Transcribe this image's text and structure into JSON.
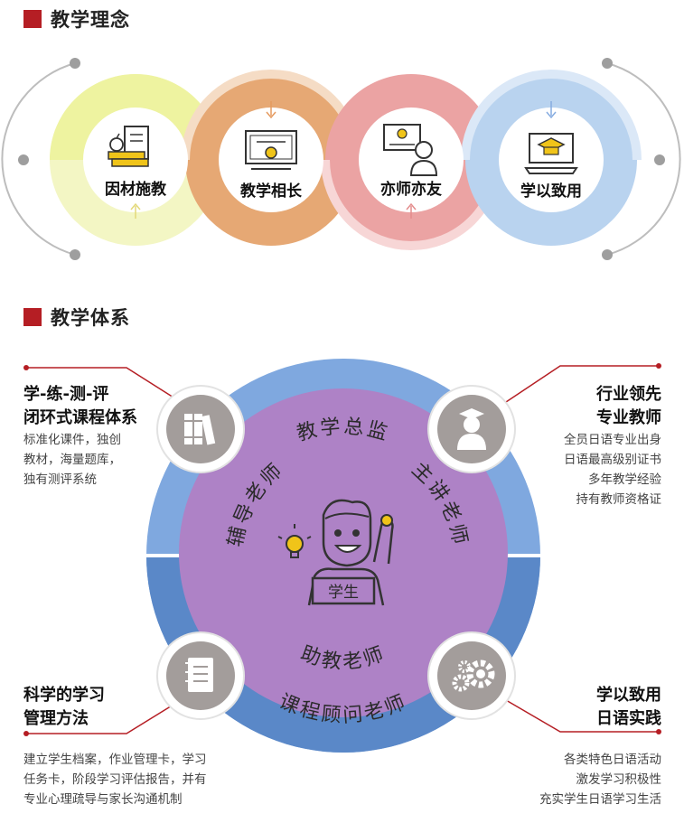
{
  "sections": {
    "philosophy": "教学理念",
    "system": "教学体系"
  },
  "philosophy_items": [
    {
      "label": "因材施教",
      "icon": "books-apple-icon",
      "color": "#eef3a0"
    },
    {
      "label": "教学相长",
      "icon": "certificate-icon",
      "color": "#e6a874"
    },
    {
      "label": "亦师亦友",
      "icon": "teacher-screen-icon",
      "color": "#eba3a3"
    },
    {
      "label": "学以致用",
      "icon": "graduation-laptop-icon",
      "color": "#b9d3ef"
    }
  ],
  "ring": {
    "top": "教学总监",
    "bottom": "课程顾问老师",
    "left_inner": "辅导老师",
    "right_inner": "主讲老师",
    "bottom_inner": "助教老师",
    "center_badge": "学生"
  },
  "features": {
    "top_left": {
      "title": [
        "学-练-测-评",
        "闭环式课程体系"
      ],
      "lines": [
        "标准化课件，独创",
        "教材，海量题库，",
        "独有测评系统"
      ]
    },
    "top_right": {
      "title": [
        "行业领先",
        "专业教师"
      ],
      "lines": [
        "全员日语专业出身",
        "日语最高级别证书",
        "多年教学经验",
        "持有教师资格证"
      ]
    },
    "bottom_left": {
      "title": [
        "科学的学习",
        "管理方法"
      ],
      "lines": [
        "建立学生档案，作业管理卡，学习",
        "任务卡，阶段学习评估报告，并有",
        "专业心理疏导与家长沟通机制"
      ]
    },
    "bottom_right": {
      "title": [
        "学以致用",
        "日语实践"
      ],
      "lines": [
        "各类特色日语活动",
        "激发学习积极性",
        "充实学生日语学习生活"
      ]
    }
  },
  "colors": {
    "accent": "#b51e24",
    "ring_light": "#7fa8df",
    "ring_dark": "#5a88c8",
    "inner_purple": "#ae82c6",
    "icon_circle": "#a39d9b"
  }
}
